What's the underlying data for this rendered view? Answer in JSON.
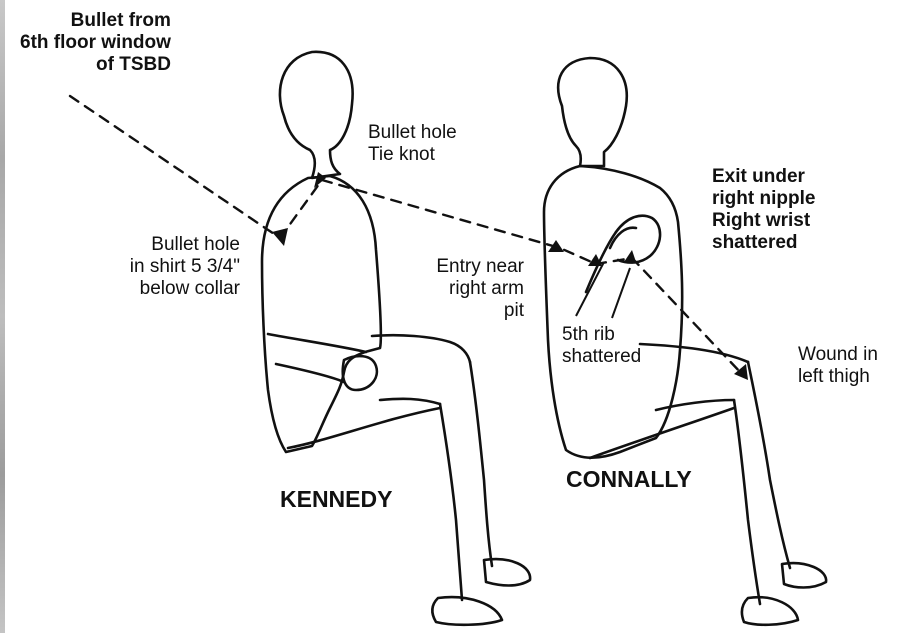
{
  "labels": {
    "bullet_source": [
      "Bullet from",
      "6th floor window",
      "of TSBD"
    ],
    "tie_hole": [
      "Bullet hole",
      "Tie knot"
    ],
    "shirt_hole": [
      "Bullet hole",
      "in shirt 5 3/4\"",
      "below collar"
    ],
    "entry_arm": [
      "Entry near",
      "right arm",
      "pit"
    ],
    "rib": [
      "5th rib",
      "shattered"
    ],
    "exit_wrist": [
      "Exit under",
      "right nipple",
      "Right wrist",
      "shattered"
    ],
    "thigh": [
      "Wound in",
      "left thigh"
    ]
  },
  "names": {
    "kennedy": "KENNEDY",
    "connally": "CONNALLY"
  },
  "colors": {
    "ink": "#111111",
    "background": "#ffffff"
  }
}
